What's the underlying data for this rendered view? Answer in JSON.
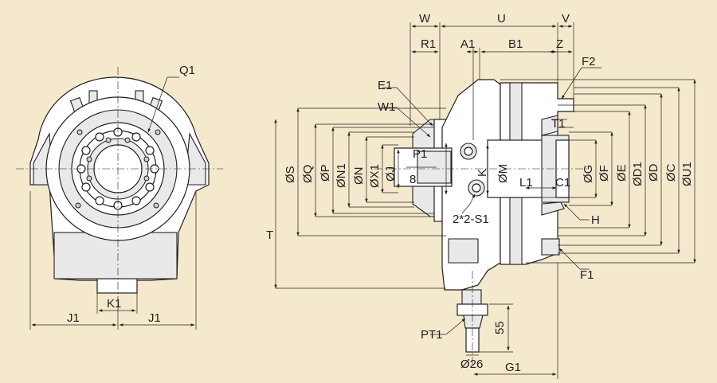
{
  "colors": {
    "background": "#f5e9cd",
    "line": "#231f20",
    "body": "#ffffff",
    "shade": "#e9e9e9"
  },
  "front_view": {
    "labels": {
      "q1": "Q1",
      "k1": "K1",
      "j1_left": "J1",
      "j1_right": "J1"
    }
  },
  "side_view": {
    "top_labels": {
      "w": "W",
      "u": "U",
      "v": "V",
      "r1": "R1",
      "a1": "A1",
      "b1": "B1",
      "z": "Z",
      "f2": "F2"
    },
    "left_labels": {
      "e1": "E1",
      "w1": "W1",
      "t": "T"
    },
    "left_diameters": {
      "s": "ØS",
      "q": "ØQ",
      "p": "ØP",
      "n1": "ØN1",
      "n": "ØN",
      "x1": "ØX1",
      "j": "ØJ"
    },
    "inner_labels": {
      "p1": "P1",
      "eight": "8",
      "k": "K",
      "m": "ØM",
      "l1": "L1",
      "c1": "C1",
      "t1": "T1",
      "s1": "2*2-S1"
    },
    "right_diameters": {
      "g": "ØG",
      "f": "ØF",
      "e": "ØE",
      "d1": "ØD1",
      "d": "ØD",
      "c": "ØC",
      "u1": "ØU1"
    },
    "right_labels": {
      "h": "H",
      "f1": "F1"
    },
    "bottom_labels": {
      "pt1": "PT1",
      "dia26": "Ø26",
      "dim55": "55",
      "g1": "G1"
    }
  }
}
